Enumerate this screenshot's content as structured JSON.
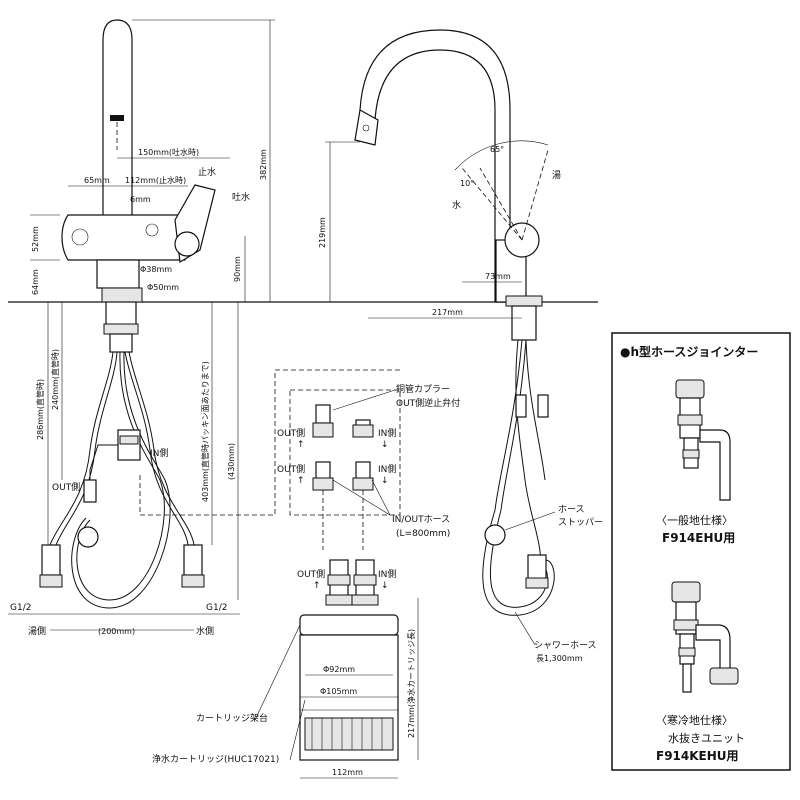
{
  "dims": {
    "d150": "150mm(吐水時)",
    "d65": "65mm",
    "d112": "112mm(止水時)",
    "d6": "6mm",
    "d52": "52mm",
    "d64": "64mm",
    "d38": "Φ38mm",
    "d50": "Φ50mm",
    "d90": "90mm",
    "d382": "382mm",
    "d219": "219mm",
    "d73": "73mm",
    "d217": "217mm",
    "d286": "286mm(直管時)",
    "d240": "240mm(直管時)",
    "d403": "403mm(直管時パッキン面あたりまで)",
    "d430": "(430mm)",
    "d200": "(200mm)",
    "d92": "Φ92mm",
    "d105": "Φ105mm",
    "d217c": "217mm(浄水カートリッジ長)",
    "d112c": "112mm",
    "a65": "65°",
    "a10": "10°"
  },
  "labels": {
    "stop_water": "止水",
    "spout_water": "吐水",
    "hot": "湯",
    "cold": "水",
    "out_side": "OUT側",
    "in_side": "IN側",
    "up_arrow": "↑",
    "down_arrow": "↓",
    "copper_coupler": "銅管カプラー",
    "check_valve": "OUT側逆止弁付",
    "inout_hose": "IN/OUTホース",
    "hose_length": "(L=800mm)",
    "hose_stopper_1": "ホース",
    "hose_stopper_2": "ストッパー",
    "shower_hose": "シャワーホース",
    "shower_len": "長1,300mm",
    "g_left": "G1/2",
    "g_right": "G1/2",
    "hot_side": "湯側",
    "cold_side": "水側",
    "cartridge_mount": "カートリッジ架台",
    "cartridge": "浄水カートリッジ(HUC17021)"
  },
  "panel": {
    "title": "●h型ホースジョインター",
    "general_caption": "〈一般地仕様〉",
    "general_model": "F914EHU用",
    "cold_caption": "〈寒冷地仕様〉",
    "cold_sub": "水抜きユニット",
    "cold_model": "F914KEHU用"
  }
}
